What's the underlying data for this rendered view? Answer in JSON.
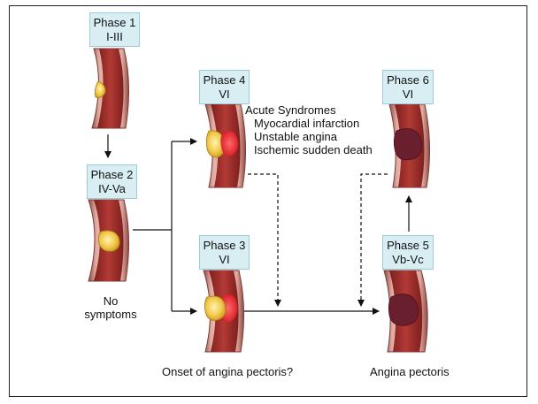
{
  "phases": [
    {
      "id": "phase1",
      "name": "Phase 1",
      "lesion": "I-III"
    },
    {
      "id": "phase2",
      "name": "Phase 2",
      "lesion": "IV-Va"
    },
    {
      "id": "phase3",
      "name": "Phase 3",
      "lesion": "VI"
    },
    {
      "id": "phase4",
      "name": "Phase 4",
      "lesion": "VI"
    },
    {
      "id": "phase5",
      "name": "Phase 5",
      "lesion": "Vb-Vc"
    },
    {
      "id": "phase6",
      "name": "Phase 6",
      "lesion": "VI"
    }
  ],
  "acute_syndromes": {
    "title": "Acute Syndromes",
    "items": [
      "Myocardial infarction",
      "Unstable angina",
      "Ischemic sudden death"
    ]
  },
  "captions": {
    "no_symptoms_line1": "No",
    "no_symptoms_line2": "symptoms",
    "onset": "Onset of angina pectoris?",
    "angina": "Angina pectoris"
  },
  "colors": {
    "box_fill": "#d8eef3",
    "vessel_wall": "#c98a80",
    "vessel_lumen": "#a5302c",
    "plaque_lipid": "#f2c94c",
    "thrombus": "#e8202a",
    "fibrotic_plaque": "#6a1f2f"
  }
}
